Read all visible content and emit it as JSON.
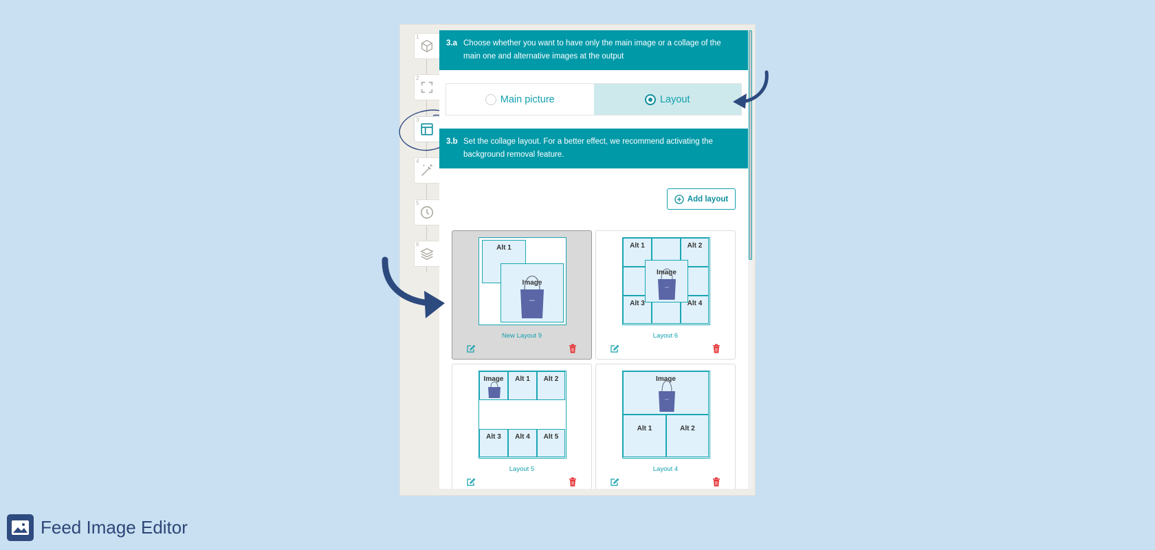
{
  "app": {
    "brand_name": "Feed Image Editor",
    "logo_icon": "image-icon"
  },
  "steps": [
    {
      "num": "1",
      "icon": "cube-icon"
    },
    {
      "num": "2",
      "icon": "fullscreen-icon"
    },
    {
      "num": "3",
      "icon": "layout-icon",
      "active": true
    },
    {
      "num": "4",
      "icon": "magic-wand-icon"
    },
    {
      "num": "5",
      "icon": "clock-icon"
    },
    {
      "num": "6",
      "icon": "layers-icon"
    }
  ],
  "section_a": {
    "code": "3.a",
    "text": "Choose whether you want to have only the main image or a collage of the main one and alternative images at the output"
  },
  "output_choice": {
    "options": [
      {
        "label": "Main picture",
        "selected": false
      },
      {
        "label": "Layout",
        "selected": true
      }
    ]
  },
  "section_b": {
    "code": "3.b",
    "text": "Set the collage layout. For a better effect, we recommend activating the background removal feature."
  },
  "add_layout_label": "Add layout",
  "layouts": [
    {
      "name": "New Layout 9",
      "selected": true,
      "cells": [
        "Alt 1",
        "Image"
      ]
    },
    {
      "name": "Layout 6",
      "selected": false,
      "cells": [
        "Alt 1",
        "Alt 2",
        "Image",
        "Alt 3",
        "Alt 4"
      ]
    },
    {
      "name": "Layout 5",
      "selected": false,
      "cells": [
        "Image",
        "Alt 1",
        "Alt 2",
        "Alt 3",
        "Alt 4",
        "Alt 5"
      ]
    },
    {
      "name": "Layout 4",
      "selected": false,
      "cells": [
        "Image",
        "Alt 1",
        "Alt 2"
      ]
    }
  ],
  "colors": {
    "accent": "#0099a8",
    "brand": "#2d4677",
    "delete": "#e5383b"
  }
}
